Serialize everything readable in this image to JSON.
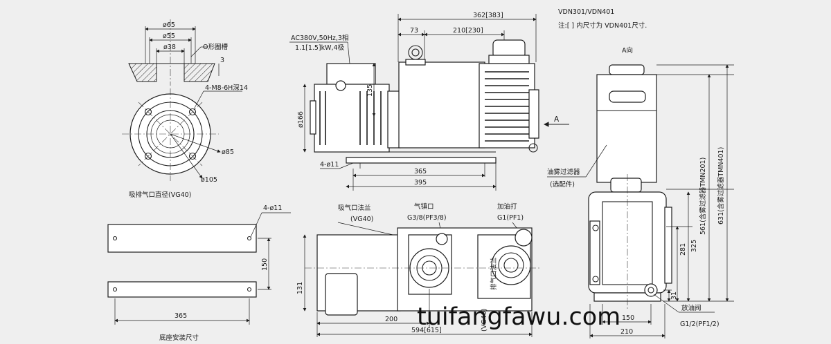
{
  "header": {
    "models": "VDN301/VDN401",
    "note": "注:[ ] 内尺寸为 VDN401尺寸."
  },
  "flange_view": {
    "d65": "ø65",
    "d55": "ø55",
    "d38": "ø38",
    "oring": "O形圈槽",
    "depth": "3",
    "thread": "4-M8-6H深14",
    "d85": "ø85",
    "d105": "ø105",
    "caption": "吸排气口直径(VG40)"
  },
  "base_view": {
    "holes": "4-ø11",
    "width": "150",
    "length": "365",
    "caption": "底座安装尺寸"
  },
  "side_view": {
    "motor": "AC380V,50Hz,3相",
    "power": "1.1[1.5]kW,4极",
    "overall": "362[383]",
    "d73": "73",
    "d210": "210[230]",
    "h135": "135",
    "d166": "ø166",
    "holes": "4-ø11",
    "d365": "365",
    "d395": "395",
    "arrow": "A"
  },
  "bottom_view": {
    "inlet_flange": "吸气口法兰",
    "vg40_top": "(VG40)",
    "exhaust": "气镇口",
    "exhaust_thread": "G3/8(PF3/8)",
    "oil_fill": "加油打",
    "oil_fill_thread": "G1(PF1)",
    "vg40_bottom": "(VG40)",
    "exhaust_label": "排气口法兰",
    "h131": "131",
    "d200": "200",
    "overall": "594[615]"
  },
  "end_view": {
    "title": "A向",
    "filter": "油雾过滤器",
    "filter_opt": "(选配件)",
    "h325": "325",
    "h281": "281",
    "h561": "561(含雾过滤器TMN201)",
    "h631": "631(含雾过滤器TMN401)",
    "h31": "31",
    "w150": "150",
    "w210": "210",
    "drain": "放油阀",
    "drain_thread": "G1/2(PF1/2)"
  },
  "watermark": "tuifangfawu.com"
}
